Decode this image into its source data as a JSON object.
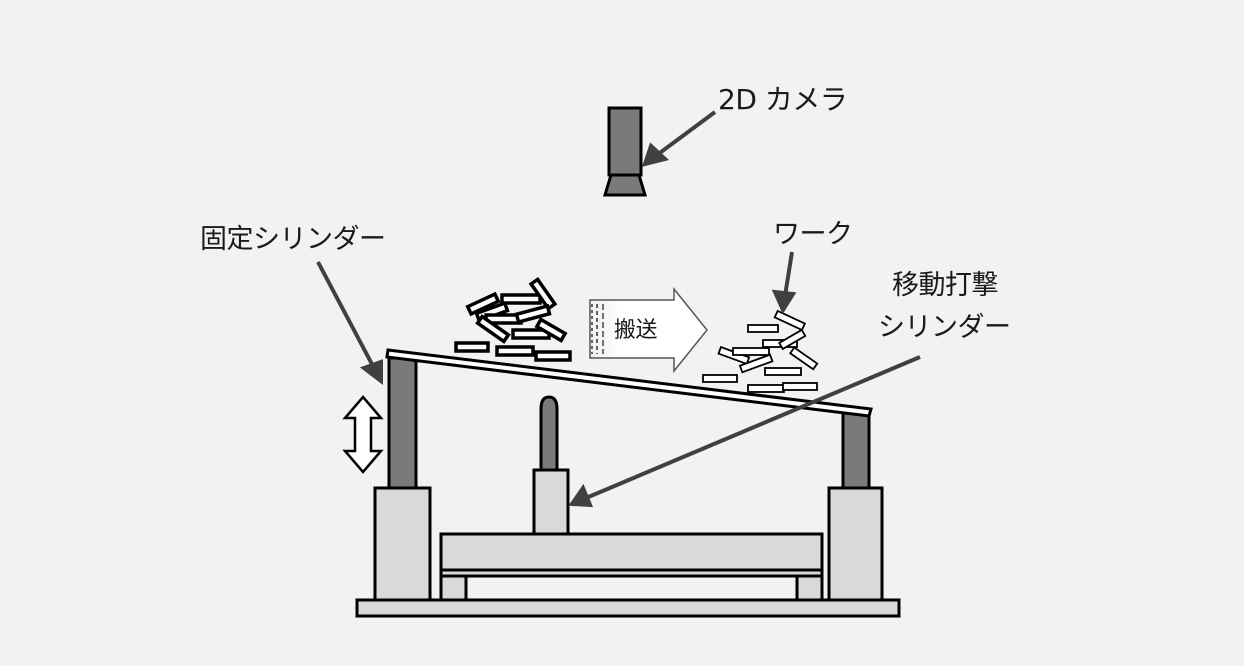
{
  "labels": {
    "camera": "2D カメラ",
    "fixed_cylinder": "固定シリンダー",
    "work": "ワーク",
    "moving_cylinder_line1": "移動打撃",
    "moving_cylinder_line2": "シリンダー",
    "transport": "搬送"
  },
  "colors": {
    "background": "#f2f2f2",
    "dark_gray": "#7a7a7a",
    "light_gray": "#d9d9d9",
    "outline": "#000000",
    "arrow": "#404040"
  }
}
